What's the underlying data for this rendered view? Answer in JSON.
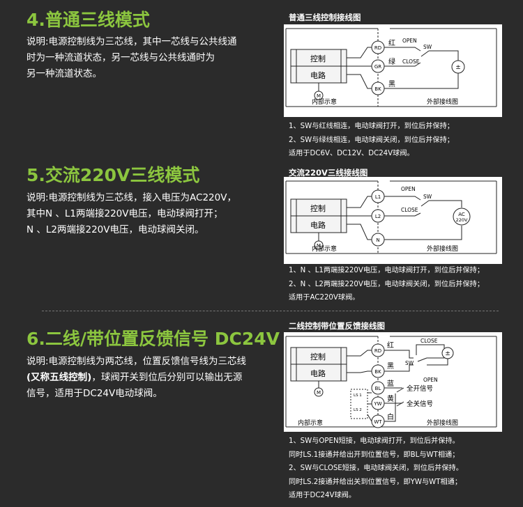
{
  "s4": {
    "title": "4.普通三线模式",
    "desc": [
      "说明:电源控制线为三芯线，其中一芯线与公共线通",
      "时为一种流道状态，另一芯线与公共线通时为",
      "另一种流道状态。"
    ],
    "diagram_title": "普通三线控制接线图",
    "labels": {
      "control": "控制",
      "circuit": "电路",
      "rd": "RD",
      "gr": "GR",
      "bk": "BK",
      "red": "红",
      "green": "绿",
      "black": "黑",
      "open": "OPEN",
      "sw": "SW",
      "close": "CLOSE",
      "motor": "M",
      "internal": "内部示意",
      "external": "外部接线图",
      "power": "±"
    },
    "notes": [
      "1、SW与红线相连，电动球阀打开，到位后并保持；",
      "2、SW与绿线相连，电动球阀关闭，到位后并保持；",
      "适用于DC6V、DC12V、DC24V球阀。"
    ]
  },
  "s5": {
    "title": "5.交流220V三线模式",
    "desc": [
      "说明:电源控制线为三芯线，接入电压为AC220V，",
      "其中N 、L1两端接220V电压，电动球阀打开；",
      "N 、L2两端接220V电压，电动球阀关闭。"
    ],
    "diagram_title": "交流220V三线接线图",
    "labels": {
      "control": "控制",
      "circuit": "电路",
      "l1": "L1",
      "l2": "L2",
      "n": "N",
      "open": "OPEN",
      "sw": "SW",
      "close": "CLOSE",
      "ac": "AC",
      "v220": "220V",
      "motor": "M",
      "internal": "内部示意",
      "external": "外部接线图"
    },
    "notes": [
      "1、N 、L1两端接220V电压，电动球阀打开，到位后并保持；",
      "2、N 、L2两端接220V电压，电动球阀关闭，到位后并保持；",
      "适用于AC220V球阀。"
    ]
  },
  "s6": {
    "title": "6.二线/带位置反馈信号 DC24V",
    "desc_1": "说明:电源控制线为两芯线，位置反馈信号线为三芯线",
    "desc_bold": "(又称五线控制)",
    "desc_2": "，球阀开关到位后分别可以输出无源",
    "desc_3": "信号，适用于DC24V电动球阀。",
    "diagram_title": "二线控制带位置反馈接线图",
    "labels": {
      "control": "控制",
      "circuit": "电路",
      "rd": "RD",
      "bk": "BK",
      "bl": "BL",
      "yw": "YW",
      "wt": "WT",
      "red": "红",
      "black": "黑",
      "blue": "蓝",
      "yellow": "黄",
      "white": "白",
      "close": "CLOSE",
      "open": "OPEN",
      "sw": "SW",
      "ls1": "LS 1",
      "ls2": "LS 2",
      "full_open": "全开信号",
      "full_close": "全关信号",
      "motor": "M",
      "internal": "内部示意",
      "external": "外部接线图",
      "power": "±"
    },
    "notes": [
      "1、SW与OPEN短接，电动球阀打开，到位后并保持。",
      "同时LS.1接通并给出开到位置信号，即BL与WT相通；",
      "2、SW与CLOSE短接，电动球阀关闭，到位后并保持。",
      "同时LS.2接通并给出关到位置信号，即YW与WT相通；",
      "适用于DC24V球阀。"
    ]
  }
}
